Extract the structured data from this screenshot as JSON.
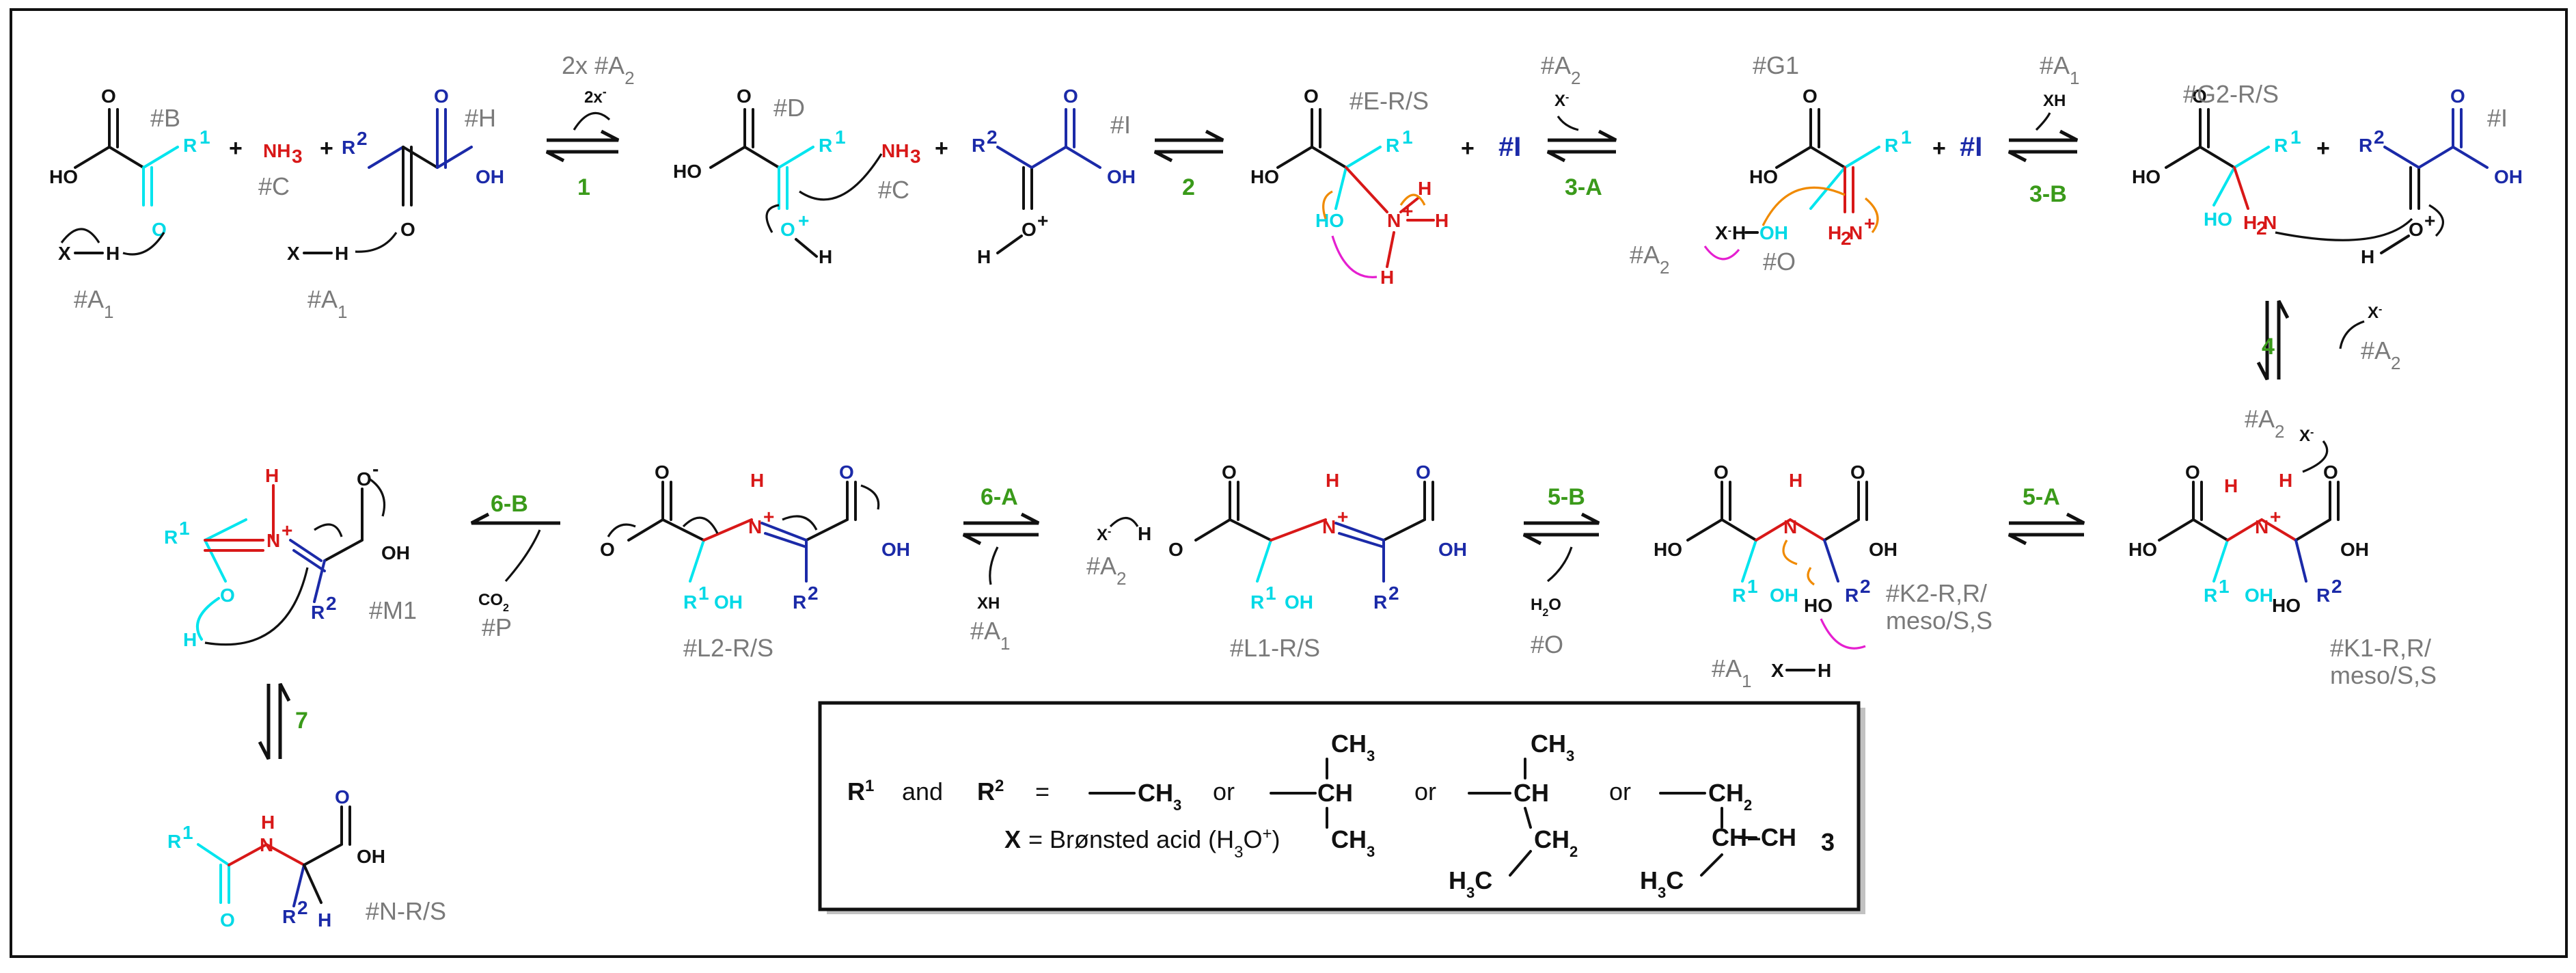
{
  "labels": {
    "B": "#B",
    "C1": "#C",
    "C2": "#C",
    "H": "#H",
    "D": "#D",
    "I1": "#I",
    "I2": "#I",
    "A1a": "#A",
    "A1b": "#A",
    "E": "#E-R/S",
    "G1": "#G1",
    "G2": "#G2-R/S",
    "O1": "#O",
    "O2": "#O",
    "M1": "#M1",
    "P": "#P",
    "L2": "#L2-R/S",
    "L1": "#L1-R/S",
    "K2a": "#K2-R,R/",
    "K2b": "meso/S,S",
    "K1a": "#K1-R,R/",
    "K1b": "meso/S,S",
    "N": "#N-R/S",
    "IB1": "#I",
    "IB2": "#I"
  },
  "subscripts": {
    "one": "1",
    "two": "2"
  },
  "reagents": {
    "top1": "2x #A",
    "top1b": "2x",
    "xminus": "X",
    "xh": "XH",
    "h2o": "H",
    "co2": "CO"
  },
  "steps": {
    "s1": "1",
    "s2": "2",
    "s3a": "3-A",
    "s3b": "3-B",
    "s4": "4",
    "s5a": "5-A",
    "s5b": "5-B",
    "s6a": "6-A",
    "s6b": "6-B",
    "s7": "7"
  },
  "legend": {
    "r1": "R",
    "and": "and",
    "r2": "R",
    "equals": "=",
    "or": "or",
    "ch3": "CH",
    "ch": "CH",
    "ch2": "CH",
    "h3c": "H",
    "chch3": "CH–CH",
    "x": "X",
    "xdef": "= Brønsted acid (H",
    "xdef2": "O",
    "xdef3": ")"
  }
}
